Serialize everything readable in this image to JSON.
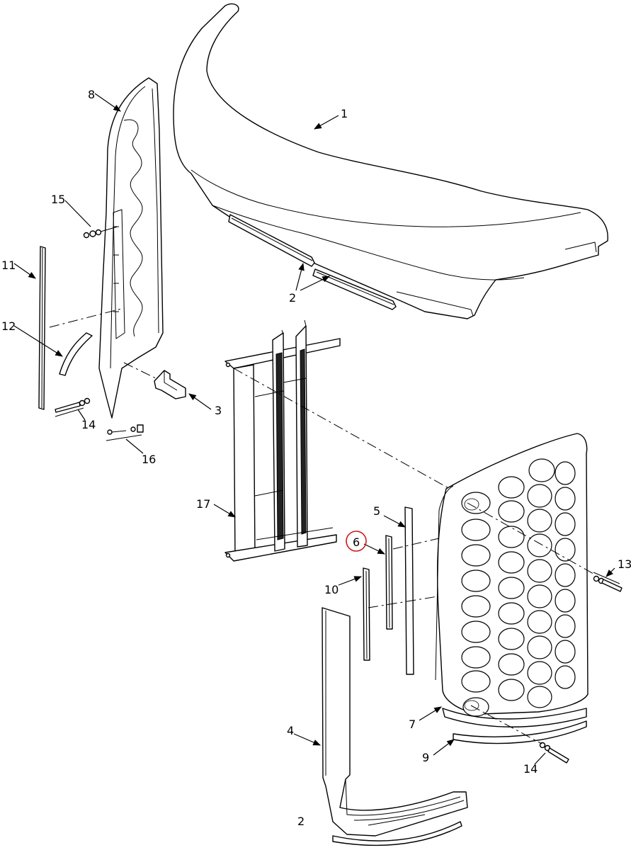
{
  "highlight_color": "#d0191b",
  "callouts": {
    "c1": "1",
    "c2a": "2",
    "c2b": "2",
    "c3": "3",
    "c4": "4",
    "c5": "5",
    "c6": "6",
    "c7": "7",
    "c8": "8",
    "c9": "9",
    "c10": "10",
    "c11": "11",
    "c12": "12",
    "c13": "13",
    "c14a": "14",
    "c14b": "14",
    "c15": "15",
    "c16": "16",
    "c17": "17"
  },
  "highlighted_callout": "6"
}
